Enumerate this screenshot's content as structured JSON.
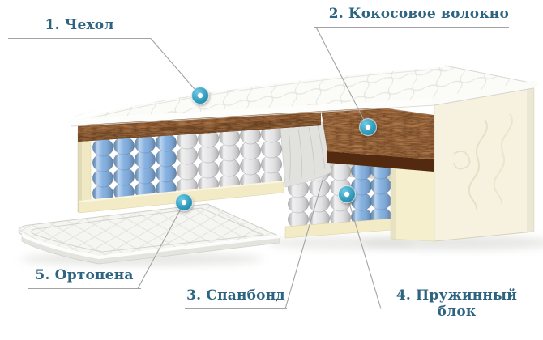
{
  "labels": [
    {
      "text": "1. Чехол"
    },
    {
      "text": "2. Кокосовое волокно"
    },
    {
      "text": "3. Спанбонд"
    },
    {
      "text": "4. Пружинный блок"
    },
    {
      "text": "5. Ортопена"
    }
  ],
  "colors": {
    "label_text": "#2e6480",
    "underline": "#a3a3a3",
    "leader_line": "#a3a3a3",
    "marker": "#2f93b4",
    "coconut": "#7a4120",
    "coconut_shadow": "#532a10",
    "spring_blue": "#7aaade",
    "spring_gray": "#e4e4e6",
    "foam_cream": "#f2ebc6",
    "quilt_white": "#fbfbf8",
    "fabric_gray": "#e1e1de"
  }
}
